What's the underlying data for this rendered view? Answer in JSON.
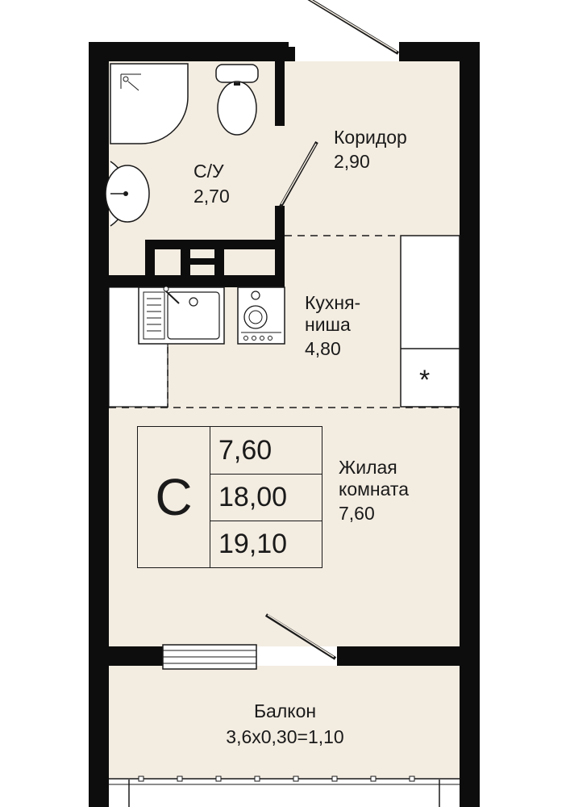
{
  "colors": {
    "wall": "#0d0d0d",
    "floor": "#f3ece1",
    "outline": "#1a1a1a"
  },
  "rooms": {
    "bathroom": {
      "name": "С/У",
      "area": "2,70"
    },
    "corridor": {
      "name": "Коридор",
      "area": "2,90"
    },
    "kitchen": {
      "name_line1": "Кухня-",
      "name_line2": "ниша",
      "area": "4,80"
    },
    "living": {
      "name_line1": "Жилая",
      "name_line2": "комната",
      "area": "7,60"
    },
    "balcony": {
      "name": "Балкон",
      "area": "3,6x0,30=1,10"
    }
  },
  "info": {
    "type_letter": "С",
    "living_area": "7,60",
    "total_area": "18,00",
    "total_with_balcony": "19,10"
  },
  "fixtures": {
    "fridge_symbol": "*",
    "icons": [
      "shower-icon",
      "toilet-icon",
      "washbasin-icon",
      "sink-icon",
      "stove-icon",
      "fridge-icon"
    ]
  }
}
